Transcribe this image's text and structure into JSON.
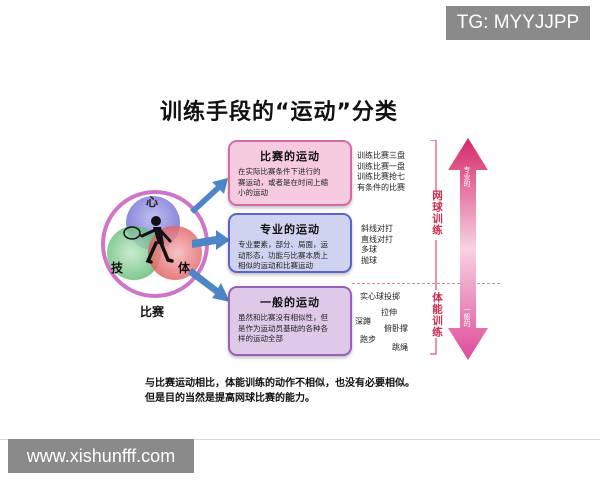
{
  "watermark_top": "TG: MYYJJPP",
  "watermark_bottom": "www.xishunfff.com",
  "title": "训练手段的“运动”分类",
  "venn": {
    "top_label": "心",
    "left_label": "技",
    "right_label": "体",
    "caption": "比赛",
    "colors": {
      "top": "#5a57c9",
      "left": "#4fb86b",
      "right": "#e0555a",
      "ring": "#cf74c8"
    }
  },
  "cards": [
    {
      "title": "比赛的运动",
      "lines": [
        "在实际比赛条件下进行的",
        "赛运动，或者是在时间上缩",
        "小的运动"
      ],
      "color": "#d46aa3"
    },
    {
      "title": "专业的运动",
      "lines": [
        "专业要素，部分、局面，运",
        "动形态，功能与比赛本质上",
        "相似的运动和比赛运动"
      ],
      "color": "#5c64c6"
    },
    {
      "title": "一般的运动",
      "lines": [
        "虽然和比赛没有相似性，但",
        "是作为运动员基础的各种各",
        "样的运动全部"
      ],
      "color": "#9a5fb8"
    }
  ],
  "match_examples": [
    "训练比赛三盘",
    "训练比赛一盘",
    "训练比赛抢七",
    "有条件的比赛"
  ],
  "special_examples": [
    "斜线对打",
    "直线对打",
    "多球",
    "抛球"
  ],
  "general_examples": [
    "实心球投掷",
    "拉伸",
    "深蹲",
    "俯卧撑",
    "跑步",
    "跳绳"
  ],
  "tennis_training_label": "网球训练",
  "fitness_training_label": "体能训练",
  "arrow_up_text": "专业的",
  "arrow_down_text": "一般的",
  "footer": [
    "与比赛运动相比，体能训练的动作不相似，也没有必要相似。",
    "但是目的当然是提高网球比赛的能力。"
  ]
}
